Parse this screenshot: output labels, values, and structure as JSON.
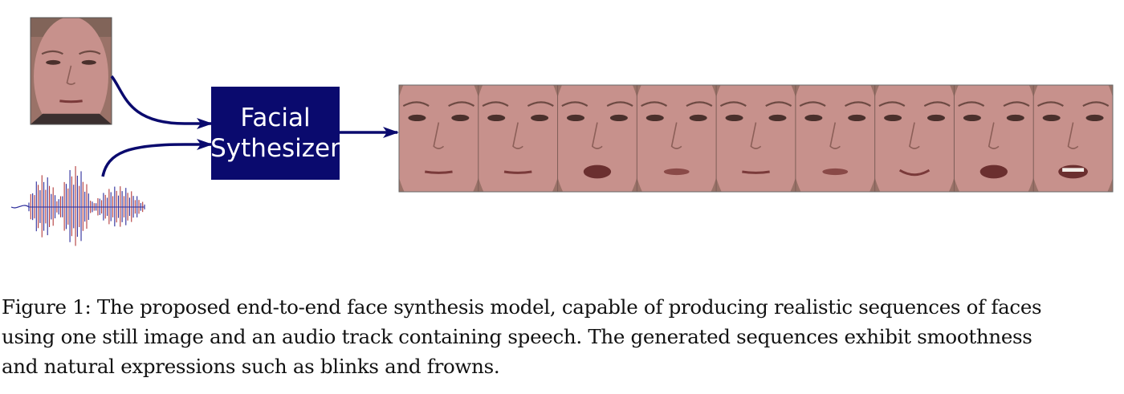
{
  "figure": {
    "synth_label_line1": "Facial",
    "synth_label_line2": "Sythesizer",
    "input_face_icon": "face-photo",
    "audio_icon": "waveform",
    "output_frames": [
      {
        "mouth": "closed"
      },
      {
        "mouth": "closed"
      },
      {
        "mouth": "open"
      },
      {
        "mouth": "slight"
      },
      {
        "mouth": "closed"
      },
      {
        "mouth": "slight"
      },
      {
        "mouth": "smile"
      },
      {
        "mouth": "open"
      },
      {
        "mouth": "teeth"
      }
    ],
    "colors": {
      "box": "#0a0a6e",
      "arrow": "#0a0a6e",
      "skin": "#c7918c",
      "hair": "#6e5a4c",
      "wave_blue": "#2b2b9a",
      "wave_red": "#b33a3a"
    }
  },
  "caption": {
    "line1": "Figure 1: The proposed end-to-end face synthesis model, capable of producing realistic sequences of faces",
    "line2": "using one still image and an audio track containing speech.  The generated sequences exhibit smoothness",
    "line3": "and natural expressions such as blinks and frowns."
  }
}
